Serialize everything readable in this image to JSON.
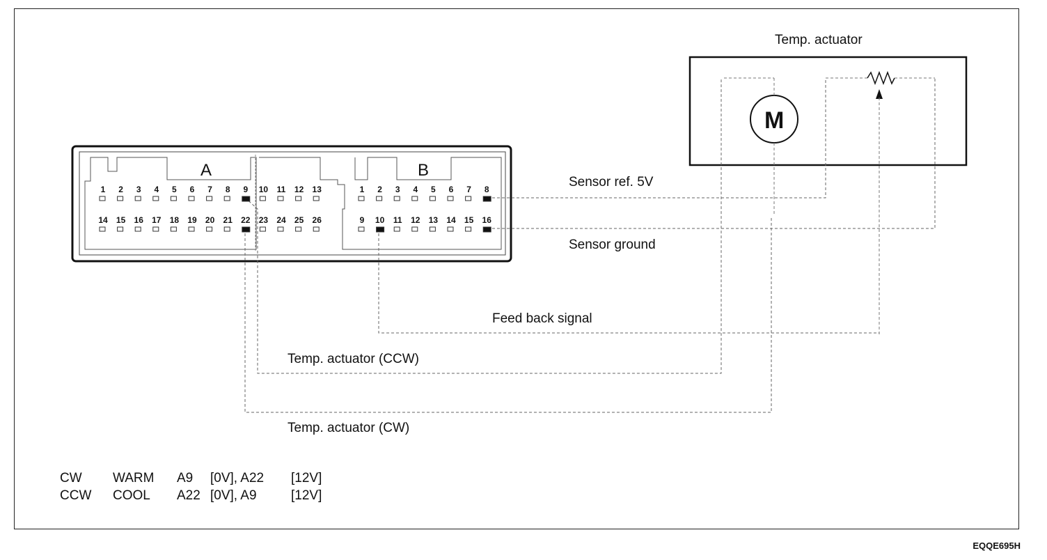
{
  "actuator": {
    "title": "Temp. actuator",
    "motor_label": "M"
  },
  "connector_a": {
    "label": "A",
    "row1": [
      "1",
      "2",
      "3",
      "4",
      "5",
      "6",
      "7",
      "8",
      "9",
      "10",
      "11",
      "12",
      "13"
    ],
    "row2": [
      "14",
      "15",
      "16",
      "17",
      "18",
      "19",
      "20",
      "21",
      "22",
      "23",
      "24",
      "25",
      "26"
    ]
  },
  "connector_b": {
    "label": "B",
    "row1": [
      "1",
      "2",
      "3",
      "4",
      "5",
      "6",
      "7",
      "8"
    ],
    "row2": [
      "9",
      "10",
      "11",
      "12",
      "13",
      "14",
      "15",
      "16"
    ]
  },
  "signals": {
    "sensor_ref": "Sensor ref. 5V",
    "sensor_ground": "Sensor ground",
    "feedback": "Feed back signal",
    "ccw": "Temp. actuator (CCW)",
    "cw": "Temp. actuator (CW)"
  },
  "legend": [
    {
      "dir": "CW",
      "mode": "WARM",
      "pin1": "A9",
      "v1": "[0V], A22",
      "v2": "[12V]"
    },
    {
      "dir": "CCW",
      "mode": "COOL",
      "pin1": "A22",
      "v1": "[0V], A9",
      "v2": "[12V]"
    }
  ],
  "figure_code": "EQQE695H"
}
